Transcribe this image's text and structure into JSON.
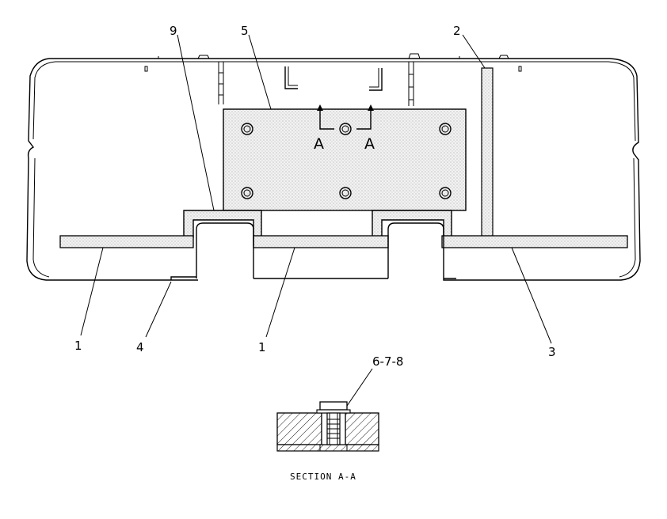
{
  "diagram": {
    "callouts": {
      "c1_left": "1",
      "c4": "4",
      "c1_mid": "1",
      "c3": "3",
      "c9": "9",
      "c5": "5",
      "c2": "2",
      "c678": "6-7-8"
    },
    "section_marks": {
      "left": "A",
      "right": "A"
    },
    "section_caption": "SECTION A-A"
  },
  "colors": {
    "line": "#000000",
    "background": "#ffffff",
    "fill_dots": "#e6e6e6"
  }
}
